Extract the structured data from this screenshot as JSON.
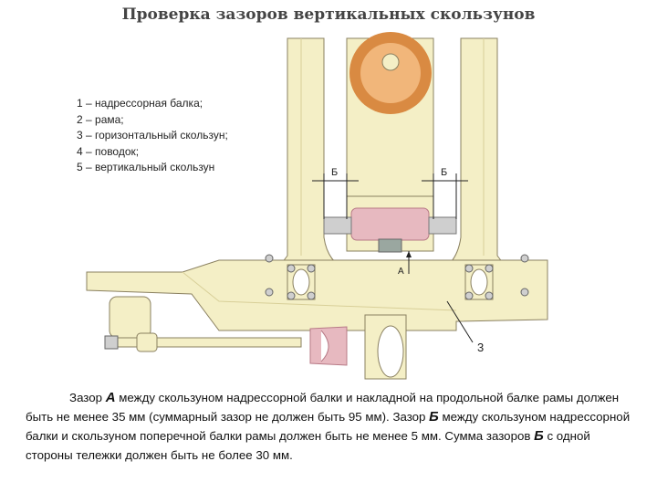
{
  "title": "Проверка зазоров вертикальных скользунов",
  "legend": [
    "1 – надрессорная балка;",
    "2 – рама;",
    "3 – горизонтальный скользун;",
    "4 – поводок;",
    "5 – вертикальный скользун"
  ],
  "diagram_labels": {
    "gap_b_left": "Б",
    "gap_b_right": "Б",
    "gap_a": "А",
    "part_3": "3"
  },
  "caption": {
    "p1": "Зазор ",
    "a": "А",
    "p2": " между скользуном надрессорной балки и накладной на продольной балке рамы должен быть не менее 35 мм (суммарный зазор не должен быть 95 мм). Зазор ",
    "b1": "Б",
    "p3": " между скользуном надрессорной балки и скользуном поперечной балки рамы должен быть не менее 5 мм. Сумма зазоров ",
    "b2": "Б",
    "p4": " с одной стороны тележки должен быть не более 30 мм."
  },
  "colors": {
    "frame": "#f4efc6",
    "frame_dark": "#e8e0a8",
    "outline": "#8a8060",
    "wheel": "#f1b67a",
    "wheel_ring": "#d98a42",
    "slider_pink": "#e7b9c0",
    "slider_pink_dark": "#b77a86",
    "metal": "#cfcfcf"
  }
}
